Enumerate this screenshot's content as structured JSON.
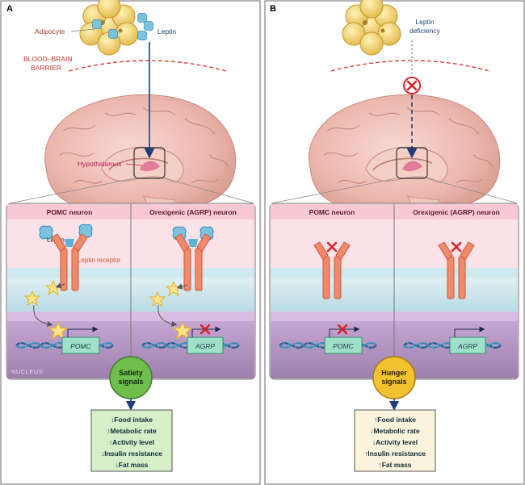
{
  "panels": [
    {
      "letter": "A",
      "adipocyte_label": "Adipocyte",
      "leptin_label": "Leptin",
      "bbb_line1": "BLOOD–BRAIN",
      "bbb_line2": "BARRIER",
      "hypothalamus_label": "Hypothalamus",
      "left_neuron_title": "POMC neuron",
      "right_neuron_title": "Orexigenic (AGRP) neuron",
      "ligand_label": "Leptin",
      "receptor_label": "Leptin receptor",
      "left_gene": "POMC",
      "right_gene": "AGRP",
      "nucleus_label": "NUCLEUS",
      "signal_line1": "Satiety",
      "signal_line2": "signals",
      "effects": [
        "↓Food intake",
        "↑Metabolic rate",
        "↑Activity level",
        "↓Insulin resistance",
        "↓Fat mass"
      ]
    },
    {
      "letter": "B",
      "deficiency_line1": "Leptin",
      "deficiency_line2": "deficiency",
      "left_neuron_title": "POMC neuron",
      "right_neuron_title": "Orexigenic (AGRP) neuron",
      "left_gene": "POMC",
      "right_gene": "AGRP",
      "signal_line1": "Hunger",
      "signal_line2": "signals",
      "effects": [
        "↑Food intake",
        "↓Metabolic rate",
        "↓Activity level",
        "↑Insulin resistance",
        "↑Fat mass"
      ]
    }
  ],
  "colors": {
    "bbb_dash": "#d9322b",
    "arrow_blue": "#1f3f7a",
    "satiety_green": "#6fbe4e",
    "hunger_yellow": "#f2c230",
    "effects_green_bg": "#d6efc8",
    "effects_yellow_bg": "#faf4dc",
    "label_red": "#c0392b",
    "hypothalamus_pink": "#c2185b"
  }
}
